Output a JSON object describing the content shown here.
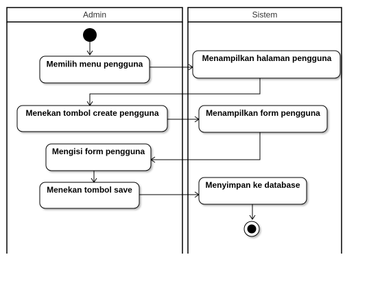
{
  "swimlanes": [
    {
      "id": "admin",
      "title": "Admin"
    },
    {
      "id": "sistem",
      "title": "Sistem"
    }
  ],
  "activities": [
    {
      "id": "memilih-menu",
      "lane": "admin",
      "label": "Memilih menu pengguna"
    },
    {
      "id": "tampil-halaman",
      "lane": "sistem",
      "label": "Menampilkan halaman pengguna"
    },
    {
      "id": "tekan-create",
      "lane": "admin",
      "label": "Menekan tombol create pengguna"
    },
    {
      "id": "tampil-form",
      "lane": "sistem",
      "label": "Menampilkan form pengguna"
    },
    {
      "id": "isi-form",
      "lane": "admin",
      "label": "Mengisi form pengguna"
    },
    {
      "id": "tekan-save",
      "lane": "admin",
      "label": "Menekan tombol save"
    },
    {
      "id": "simpan-db",
      "lane": "sistem",
      "label": "Menyimpan ke database"
    }
  ],
  "flows": [
    {
      "from": "start",
      "to": "memilih-menu"
    },
    {
      "from": "memilih-menu",
      "to": "tampil-halaman"
    },
    {
      "from": "tampil-halaman",
      "to": "tekan-create"
    },
    {
      "from": "tekan-create",
      "to": "tampil-form"
    },
    {
      "from": "tampil-form",
      "to": "isi-form"
    },
    {
      "from": "isi-form",
      "to": "tekan-save"
    },
    {
      "from": "tekan-save",
      "to": "simpan-db"
    },
    {
      "from": "simpan-db",
      "to": "end"
    }
  ]
}
